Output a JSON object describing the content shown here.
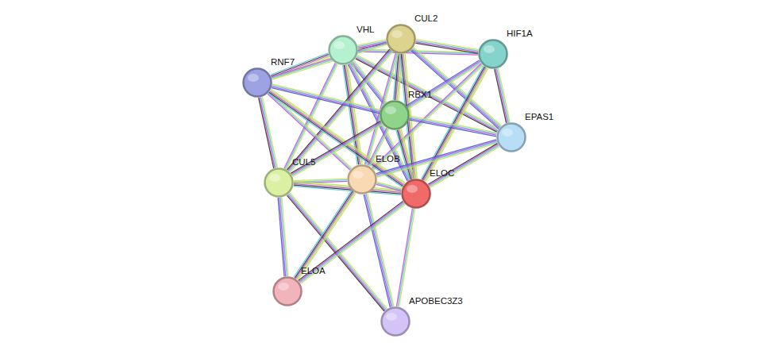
{
  "diagram": {
    "nodes": [
      {
        "text": [
          "VHL"
        ]
      },
      {
        "text": [
          "CUL2"
        ]
      },
      {
        "text": [
          "HIF1A"
        ]
      },
      {
        "text": [
          "RNF7"
        ]
      },
      {
        "text": [
          "RBX1"
        ]
      },
      {
        "text": [
          "EPAS1"
        ]
      },
      {
        "text": [
          "ELOB"
        ]
      },
      {
        "text": [
          "CUL5"
        ]
      },
      {
        "text": [
          "ELOC"
        ]
      },
      {
        "text": [
          "ELOA"
        ]
      },
      {
        "text": [
          "APOBEC3Z3"
        ]
      }
    ],
    "edges": [
      {
        "from": 0,
        "to": 1,
        "arrow": "none"
      },
      {
        "from": 0,
        "to": 2,
        "arrow": "none"
      },
      {
        "from": 0,
        "to": 3,
        "arrow": "none"
      },
      {
        "from": 0,
        "to": 4,
        "arrow": "none"
      },
      {
        "from": 0,
        "to": 5,
        "arrow": "none"
      },
      {
        "from": 0,
        "to": 7,
        "arrow": "none"
      },
      {
        "from": 0,
        "to": 6,
        "arrow": "none"
      },
      {
        "from": 0,
        "to": 8,
        "arrow": "none"
      },
      {
        "from": 1,
        "to": 2,
        "arrow": "none"
      },
      {
        "from": 1,
        "to": 3,
        "arrow": "none"
      },
      {
        "from": 1,
        "to": 4,
        "arrow": "none"
      },
      {
        "from": 1,
        "to": 5,
        "arrow": "none"
      },
      {
        "from": 1,
        "to": 7,
        "arrow": "none"
      },
      {
        "from": 1,
        "to": 6,
        "arrow": "none"
      },
      {
        "from": 1,
        "to": 8,
        "arrow": "none"
      },
      {
        "from": 2,
        "to": 4,
        "arrow": "none"
      },
      {
        "from": 2,
        "to": 5,
        "arrow": "none"
      },
      {
        "from": 2,
        "to": 6,
        "arrow": "none"
      },
      {
        "from": 2,
        "to": 8,
        "arrow": "none"
      },
      {
        "from": 3,
        "to": 4,
        "arrow": "none"
      },
      {
        "from": 3,
        "to": 7,
        "arrow": "none"
      },
      {
        "from": 3,
        "to": 6,
        "arrow": "none"
      },
      {
        "from": 3,
        "to": 8,
        "arrow": "none"
      },
      {
        "from": 4,
        "to": 5,
        "arrow": "none"
      },
      {
        "from": 4,
        "to": 7,
        "arrow": "none"
      },
      {
        "from": 4,
        "to": 6,
        "arrow": "none"
      },
      {
        "from": 4,
        "to": 8,
        "arrow": "none"
      },
      {
        "from": 5,
        "to": 6,
        "arrow": "none"
      },
      {
        "from": 5,
        "to": 8,
        "arrow": "none"
      },
      {
        "from": 7,
        "to": 6,
        "arrow": "none"
      },
      {
        "from": 7,
        "to": 8,
        "arrow": "none"
      },
      {
        "from": 7,
        "to": 9,
        "arrow": "none"
      },
      {
        "from": 7,
        "to": 10,
        "arrow": "none"
      },
      {
        "from": 6,
        "to": 8,
        "arrow": "none"
      },
      {
        "from": 6,
        "to": 9,
        "arrow": "none"
      },
      {
        "from": 6,
        "to": 10,
        "arrow": "none"
      },
      {
        "from": 8,
        "to": 9,
        "arrow": "none"
      },
      {
        "from": 8,
        "to": 10,
        "arrow": "none"
      }
    ]
  }
}
